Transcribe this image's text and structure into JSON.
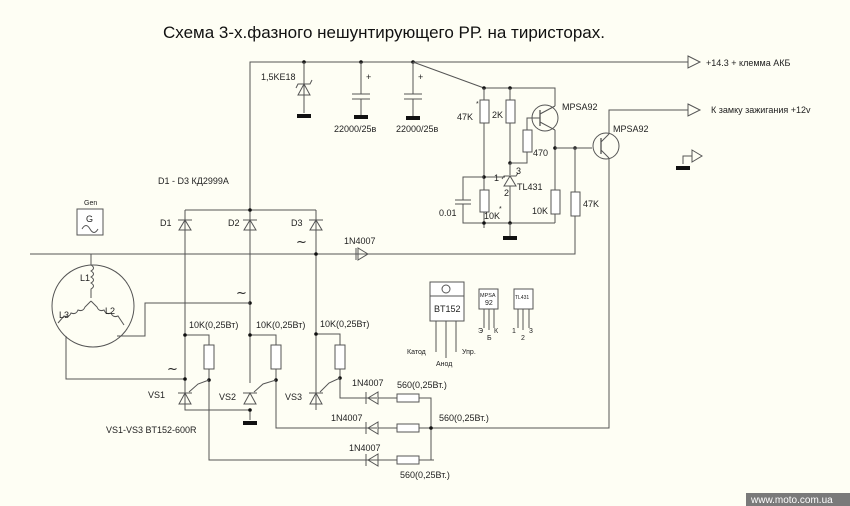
{
  "title": "Схема 3-х.фазного нешунтирующего РР. на тиристорах.",
  "outputs": {
    "battery": "+14.3  + клемма АКБ",
    "ignition": "К замку зажигания +12v"
  },
  "components": {
    "tvs": "1,5KE18",
    "cap1": "22000/25в",
    "cap2": "22000/25в",
    "r_47k_star": "47K",
    "star": "*",
    "r_2k": "2K",
    "q1": "MPSA92",
    "q2": "MPSA92",
    "r_470": "470",
    "tl431": "TL431",
    "tl_pin1": "1",
    "tl_pin2": "2",
    "tl_pin3": "3",
    "cap_001": "0.01",
    "r_10k_star": "10K",
    "r_10k": "10K",
    "r_47k": "47K",
    "diodes_note": "D1 - D3    КД2999А",
    "d1": "D1",
    "d2": "D2",
    "d3": "D3",
    "gen_label": "Gen",
    "gen_symbol": "G",
    "l1": "L1",
    "l2": "L2",
    "l3": "L3",
    "sense_diode": "1N4007",
    "gate_r1": "10K(0,25Вт)",
    "gate_r2": "10K(0,25Вт)",
    "gate_r3": "10K(0,25Вт)",
    "vs1": "VS1",
    "vs2": "VS2",
    "vs3": "VS3",
    "thyristor_note": "VS1-VS3  BT152-600R",
    "d_out1": "1N4007",
    "d_out2": "1N4007",
    "d_out3": "1N4007",
    "r_out1": "560(0,25Вт.)",
    "r_out2": "560(0,25Вт.)",
    "r_out3": "560(0,25Вт.)",
    "tilde": "~"
  },
  "pinouts": {
    "bt152": {
      "name": "BT152",
      "pins": [
        "Катод",
        "Анод",
        "Упр."
      ]
    },
    "mpsa92": {
      "name_line1": "MPSA",
      "name_line2": "92",
      "pins": [
        "Э",
        "Б",
        "К"
      ]
    },
    "tl431": {
      "name": "TL431",
      "pins": [
        "1",
        "2",
        "3"
      ]
    }
  },
  "watermark": "www.moto.com.ua"
}
